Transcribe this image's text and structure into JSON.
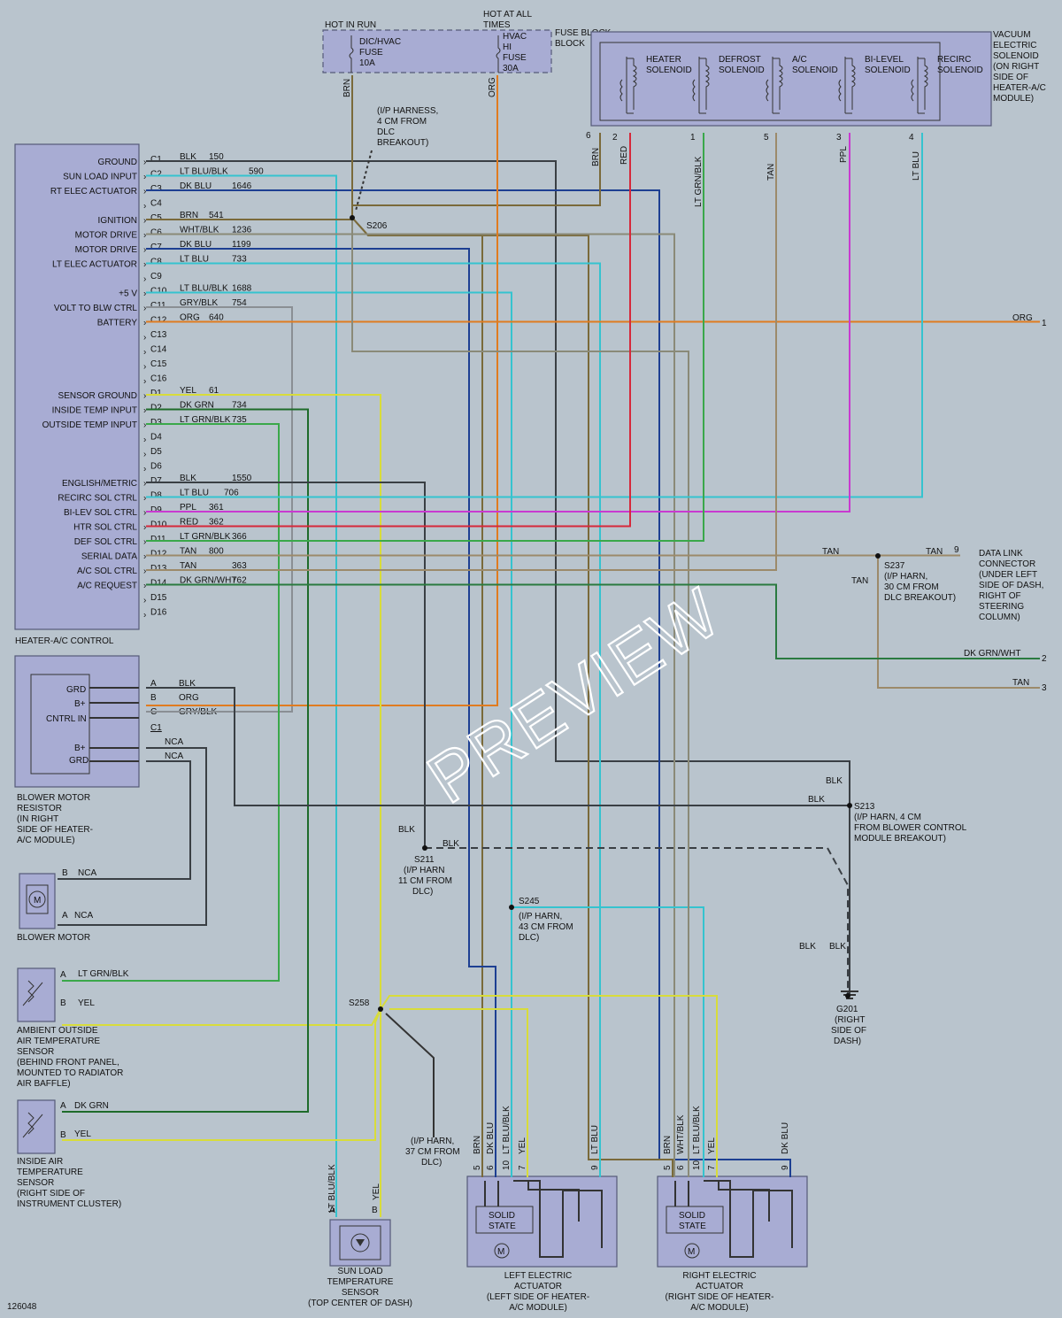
{
  "diagram_id": "126048",
  "watermark": "PREVIEW",
  "fuse_block": {
    "title": "FUSE BLOCK",
    "hot_run_label": "HOT IN RUN",
    "hot_always_label": [
      "HOT AT ALL",
      "TIMES"
    ],
    "fuse1": [
      "DIC/HVAC",
      "FUSE",
      "10A"
    ],
    "fuse2": [
      "HVAC",
      "HI",
      "FUSE",
      "30A"
    ]
  },
  "vacuum_module": {
    "label": [
      "VACUUM",
      "ELECTRIC",
      "SOLENOID",
      "(ON RIGHT",
      "SIDE OF",
      "HEATER-A/C",
      "MODULE)"
    ],
    "solenoids": [
      {
        "name": [
          "HEATER",
          "SOLENOID"
        ],
        "pin": "2",
        "wire": "RED"
      },
      {
        "name": [
          "DEFROST",
          "SOLENOID"
        ],
        "pin": "1",
        "wire": "LT GRN/BLK"
      },
      {
        "name": [
          "A/C",
          "SOLENOID"
        ],
        "pin": "5",
        "wire": "TAN"
      },
      {
        "name": [
          "BI-LEVEL",
          "SOLENOID"
        ],
        "pin": "3",
        "wire": "PPL"
      },
      {
        "name": [
          "RECIRC",
          "SOLENOID"
        ],
        "pin": "4",
        "wire": "LT BLU"
      }
    ],
    "ground_pin": "6",
    "ground_wire": "BRN"
  },
  "control": {
    "title": "HEATER-A/C CONTROL",
    "pins": [
      {
        "func": "GROUND",
        "pin": "C1",
        "wire": "BLK",
        "circuit": "150"
      },
      {
        "func": "SUN LOAD INPUT",
        "pin": "C2",
        "wire": "LT BLU/BLK",
        "circuit": "590"
      },
      {
        "func": "RT ELEC ACTUATOR",
        "pin": "C3",
        "wire": "DK BLU",
        "circuit": "1646"
      },
      {
        "func": "",
        "pin": "C4",
        "wire": "",
        "circuit": ""
      },
      {
        "func": "IGNITION",
        "pin": "C5",
        "wire": "BRN",
        "circuit": "541"
      },
      {
        "func": "MOTOR DRIVE",
        "pin": "C6",
        "wire": "WHT/BLK",
        "circuit": "1236"
      },
      {
        "func": "MOTOR DRIVE",
        "pin": "C7",
        "wire": "DK BLU",
        "circuit": "1199"
      },
      {
        "func": "LT ELEC ACTUATOR",
        "pin": "C8",
        "wire": "LT BLU",
        "circuit": "733"
      },
      {
        "func": "",
        "pin": "C9",
        "wire": "",
        "circuit": ""
      },
      {
        "func": "+5 V",
        "pin": "C10",
        "wire": "LT BLU/BLK",
        "circuit": "1688"
      },
      {
        "func": "VOLT TO BLW CTRL",
        "pin": "C11",
        "wire": "GRY/BLK",
        "circuit": "754"
      },
      {
        "func": "BATTERY",
        "pin": "C12",
        "wire": "ORG",
        "circuit": "640"
      },
      {
        "func": "",
        "pin": "C13",
        "wire": "",
        "circuit": ""
      },
      {
        "func": "",
        "pin": "C14",
        "wire": "",
        "circuit": ""
      },
      {
        "func": "",
        "pin": "C15",
        "wire": "",
        "circuit": ""
      },
      {
        "func": "",
        "pin": "C16",
        "wire": "",
        "circuit": ""
      },
      {
        "func": "SENSOR GROUND",
        "pin": "D1",
        "wire": "YEL",
        "circuit": "61"
      },
      {
        "func": "INSIDE TEMP INPUT",
        "pin": "D2",
        "wire": "DK GRN",
        "circuit": "734"
      },
      {
        "func": "OUTSIDE TEMP INPUT",
        "pin": "D3",
        "wire": "LT GRN/BLK",
        "circuit": "735"
      },
      {
        "func": "",
        "pin": "D4",
        "wire": "",
        "circuit": ""
      },
      {
        "func": "",
        "pin": "D5",
        "wire": "",
        "circuit": ""
      },
      {
        "func": "",
        "pin": "D6",
        "wire": "",
        "circuit": ""
      },
      {
        "func": "ENGLISH/METRIC",
        "pin": "D7",
        "wire": "BLK",
        "circuit": "1550"
      },
      {
        "func": "RECIRC SOL CTRL",
        "pin": "D8",
        "wire": "LT BLU",
        "circuit": "706"
      },
      {
        "func": "BI-LEV SOL CTRL",
        "pin": "D9",
        "wire": "PPL",
        "circuit": "361"
      },
      {
        "func": "HTR SOL CTRL",
        "pin": "D10",
        "wire": "RED",
        "circuit": "362"
      },
      {
        "func": "DEF SOL CTRL",
        "pin": "D11",
        "wire": "LT GRN/BLK",
        "circuit": "366"
      },
      {
        "func": "SERIAL DATA",
        "pin": "D12",
        "wire": "TAN",
        "circuit": "800"
      },
      {
        "func": "A/C SOL CTRL",
        "pin": "D13",
        "wire": "TAN",
        "circuit": "363"
      },
      {
        "func": "A/C REQUEST",
        "pin": "D14",
        "wire": "DK GRN/WHT",
        "circuit": "762"
      },
      {
        "func": "",
        "pin": "D15",
        "wire": "",
        "circuit": ""
      },
      {
        "func": "",
        "pin": "D16",
        "wire": "",
        "circuit": ""
      }
    ]
  },
  "blower_resistor": {
    "label": [
      "BLOWER MOTOR",
      "RESISTOR",
      "(IN RIGHT",
      "SIDE OF HEATER-",
      "A/C MODULE)"
    ],
    "inner_top": [
      "GRD",
      "B+",
      "CNTRL IN"
    ],
    "inner_bottom": [
      "B+",
      "GRD"
    ],
    "pins": [
      {
        "pin": "A",
        "wire": "BLK"
      },
      {
        "pin": "B",
        "wire": "ORG"
      },
      {
        "pin": "C",
        "wire": "GRY/BLK"
      }
    ],
    "conn": "C1",
    "nca": [
      "NCA",
      "NCA"
    ]
  },
  "blower_motor": {
    "label": "BLOWER MOTOR",
    "pins": [
      {
        "pin": "B",
        "wire": "NCA"
      },
      {
        "pin": "A",
        "wire": "NCA"
      }
    ],
    "symbol": "M"
  },
  "ambient_sensor": {
    "label": [
      "AMBIENT OUTSIDE",
      "AIR TEMPERATURE",
      "SENSOR",
      "(BEHIND FRONT PANEL,",
      "MOUNTED TO RADIATOR",
      "AIR BAFFLE)"
    ],
    "pins": [
      {
        "pin": "A",
        "wire": "LT GRN/BLK"
      },
      {
        "pin": "B",
        "wire": "YEL"
      }
    ]
  },
  "inside_sensor": {
    "label": [
      "INSIDE AIR",
      "TEMPERATURE",
      "SENSOR",
      "(RIGHT SIDE OF",
      "INSTRUMENT CLUSTER)"
    ],
    "pins": [
      {
        "pin": "A",
        "wire": "DK GRN"
      },
      {
        "pin": "B",
        "wire": "YEL"
      }
    ]
  },
  "sun_sensor": {
    "label": [
      "SUN LOAD",
      "TEMPERATURE",
      "SENSOR",
      "(TOP CENTER OF DASH)"
    ],
    "pins": [
      {
        "pin": "A",
        "wire": "LT BLU/BLK"
      },
      {
        "pin": "B",
        "wire": "YEL"
      }
    ]
  },
  "left_actuator": {
    "label": [
      "LEFT ELECTRIC",
      "ACTUATOR",
      "(LEFT SIDE OF HEATER-",
      "A/C MODULE)"
    ],
    "solid": [
      "SOLID",
      "STATE"
    ],
    "pins": [
      {
        "pin": "5",
        "wire": "BRN"
      },
      {
        "pin": "6",
        "wire": "DK BLU"
      },
      {
        "pin": "10",
        "wire": "LT BLU/BLK"
      },
      {
        "pin": "7",
        "wire": "YEL"
      },
      {
        "pin": "9",
        "wire": "LT BLU"
      }
    ]
  },
  "right_actuator": {
    "label": [
      "RIGHT ELECTRIC",
      "ACTUATOR",
      "(RIGHT SIDE OF HEATER-",
      "A/C MODULE)"
    ],
    "solid": [
      "SOLID",
      "STATE"
    ],
    "pins": [
      {
        "pin": "5",
        "wire": "BRN"
      },
      {
        "pin": "6",
        "wire": "WHT/BLK"
      },
      {
        "pin": "10",
        "wire": "LT BLU/BLK"
      },
      {
        "pin": "7",
        "wire": "YEL"
      },
      {
        "pin": "9",
        "wire": "DK BLU"
      }
    ]
  },
  "splices": {
    "s206": {
      "name": "S206",
      "note": [
        "(I/P HARNESS,",
        "4 CM FROM",
        "DLC",
        "BREAKOUT)"
      ]
    },
    "s237": {
      "name": "S237",
      "note": [
        "(I/P HARN,",
        "30 CM FROM",
        "DLC BREAKOUT)"
      ]
    },
    "s213": {
      "name": "S213",
      "note": [
        "(I/P HARN, 4 CM",
        "FROM BLOWER CONTROL",
        "MODULE BREAKOUT)"
      ]
    },
    "s211": {
      "name": "S211",
      "note": [
        "(I/P HARN",
        "11 CM FROM",
        "DLC)"
      ]
    },
    "s245": {
      "name": "S245",
      "note": [
        "(I/P HARN,",
        "43 CM FROM",
        "DLC)"
      ]
    },
    "s258": {
      "name": "S258",
      "note": [
        "(I/P HARN,",
        "37 CM FROM",
        "DLC)"
      ]
    }
  },
  "ground": {
    "name": "G201",
    "note": [
      "(RIGHT",
      "SIDE OF",
      "DASH)"
    ]
  },
  "dlc": {
    "label": [
      "DATA LINK",
      "CONNECTOR",
      "(UNDER LEFT",
      "SIDE OF DASH,",
      "RIGHT OF",
      "STEERING",
      "COLUMN)"
    ],
    "pin": "9"
  },
  "wire_labels": {
    "brn": "BRN",
    "org": "ORG",
    "red": "RED",
    "ltgrnblk": "LT GRN/BLK",
    "tan": "TAN",
    "ppl": "PPL",
    "ltblu": "LT BLU",
    "blk": "BLK",
    "dkgrnwht": "DK GRN/WHT"
  },
  "offpage": [
    {
      "wire": "ORG",
      "ref": "1"
    },
    {
      "wire": "DK GRN/WHT",
      "ref": "2"
    },
    {
      "wire": "TAN",
      "ref": "3"
    }
  ],
  "colors": {
    "background": "#b9c4cd",
    "box_fill": "#a8acd3",
    "BLK": "#3a3f44",
    "LT_BLU": "#35c3cf",
    "DK_BLU": "#1d3f92",
    "BRN": "#7a6a3a",
    "WHT_BLK": "#8a8a78",
    "ORG": "#e07b20",
    "GRY": "#8a8f94",
    "YEL": "#d8dc3a",
    "DK_GRN": "#1e6b2a",
    "LT_GRN": "#3aa84a",
    "PPL": "#c83ad0",
    "RED": "#d6283a",
    "TAN": "#9c8a6a",
    "DK_GRN_WHT": "#2a7a40"
  }
}
